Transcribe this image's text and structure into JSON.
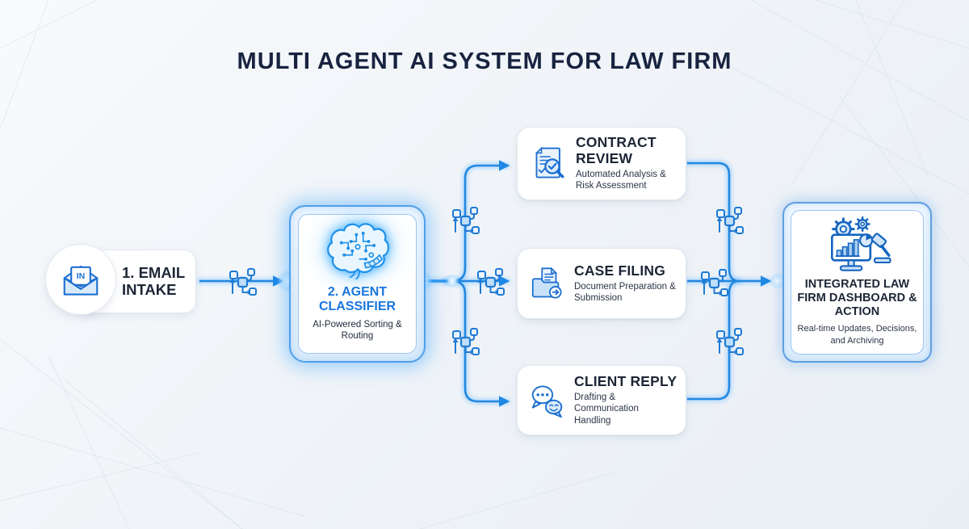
{
  "title": "MULTI AGENT AI SYSTEM FOR LAW FIRM",
  "colors": {
    "accent_blue": "#1e88e5",
    "glow_blue": "#55b1ff",
    "deep_blue": "#1565c0",
    "title_navy": "#182340",
    "text_dark": "#1d2636",
    "classifier_blue": "#1b76dd",
    "card_background": "#ffffff",
    "page_background": "#eef2f7"
  },
  "nodes": {
    "email_intake": {
      "label": "1. EMAIL INTAKE",
      "badge_text": "IN",
      "icon": "email-in-icon"
    },
    "agent_classifier": {
      "title": "2. AGENT CLASSIFIER",
      "subtitle": "AI-Powered Sorting & Routing",
      "icon": "circuit-brain-icon"
    },
    "contract_review": {
      "title": "CONTRACT REVIEW",
      "subtitle": "Automated Analysis & Risk Assessment",
      "icon": "document-magnifier-icon"
    },
    "case_filing": {
      "title": "CASE FILING",
      "subtitle": "Document Preparation & Submission",
      "icon": "folder-document-icon"
    },
    "client_reply": {
      "title": "CLIENT REPLY",
      "subtitle": "Drafting & Communication Handling",
      "icon": "chat-bubbles-icon"
    },
    "dashboard": {
      "title": "INTEGRATED LAW FIRM DASHBOARD & ACTION",
      "subtitle": "Real-time Updates, Decisions, and Archiving",
      "icon": "law-dashboard-icon"
    }
  },
  "connectors": {
    "routing_icon": "routing-nodes-icon",
    "edges": [
      {
        "from": "email_intake",
        "to": "agent_classifier"
      },
      {
        "from": "agent_classifier",
        "to": "contract_review"
      },
      {
        "from": "agent_classifier",
        "to": "case_filing"
      },
      {
        "from": "agent_classifier",
        "to": "client_reply"
      },
      {
        "from": "contract_review",
        "to": "dashboard"
      },
      {
        "from": "case_filing",
        "to": "dashboard"
      },
      {
        "from": "client_reply",
        "to": "dashboard"
      }
    ]
  }
}
